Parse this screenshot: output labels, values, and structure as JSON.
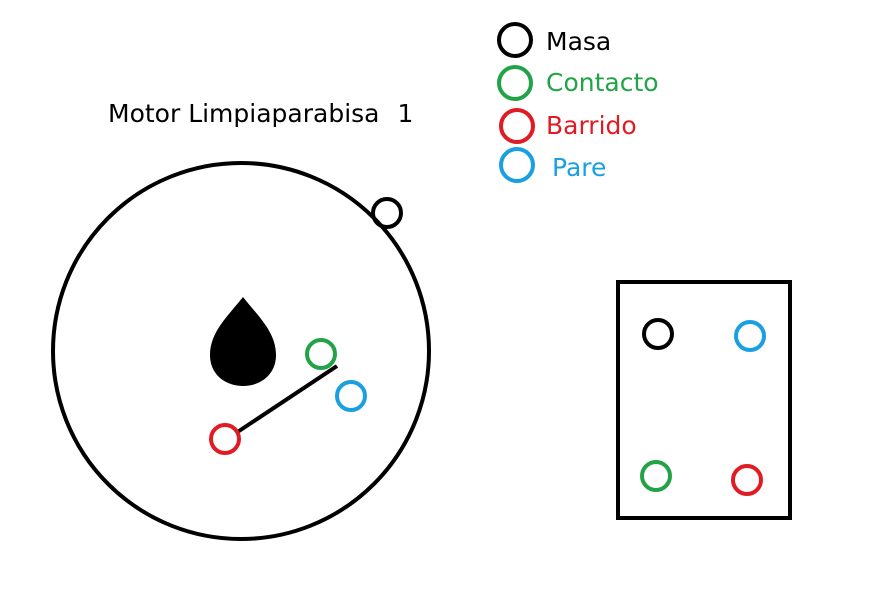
{
  "title": "Motor Limpiaparabisa",
  "title_number": "1",
  "legend": [
    {
      "label": "Masa",
      "color": "#000000"
    },
    {
      "label": "Contacto",
      "color": "#22a347"
    },
    {
      "label": "Barrido",
      "color": "#e01b24"
    },
    {
      "label": "Pare",
      "color": "#1aa0e0"
    }
  ],
  "colors": {
    "masa": "#000000",
    "contacto": "#22a347",
    "barrido": "#e01b24",
    "pare": "#1aa0e0"
  }
}
